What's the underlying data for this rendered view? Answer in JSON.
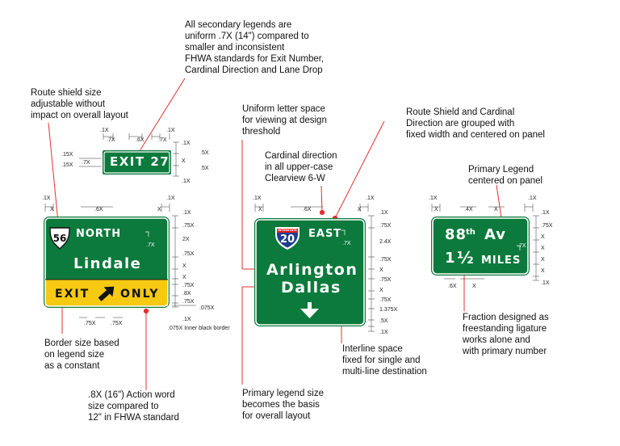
{
  "annotations": {
    "secondary_legends": [
      "All secondary legends are",
      "uniform .7X (14\") compared to",
      "smaller and inconsistent",
      "FHWA standards for Exit Number,",
      "Cardinal Direction and Lane Drop"
    ],
    "route_shield_size": [
      "Route shield size",
      "adjustable without",
      "impact on overall layout"
    ],
    "letter_space": [
      "Uniform letter space",
      "for viewing at design",
      "threshold"
    ],
    "shield_cardinal": [
      "Route Shield and Cardinal",
      "Direction are grouped with",
      "fixed width and centered on panel"
    ],
    "cardinal_direction": [
      "Cardinal direction",
      "in all upper-case",
      "Clearview 6-W"
    ],
    "primary_legend_centered": [
      "Primary Legend",
      "centered on panel"
    ],
    "border_size": [
      "Border size based",
      "on legend size",
      "as a constant"
    ],
    "action_word": [
      ".8X (16\") Action word",
      "size compared to",
      "12\" in FHWA standard"
    ],
    "primary_legend_basis": [
      "Primary legend size",
      "becomes the basis",
      "for overall layout"
    ],
    "interline_space": [
      "Interline space",
      "fixed for single and",
      "multi-line destination"
    ],
    "fraction": [
      "Fraction designed as",
      "freestanding ligature",
      "works alone and",
      "with primary number"
    ]
  },
  "signs": {
    "exit_panel": {
      "text": "EXIT 27"
    },
    "lindale": {
      "shield_number": "56",
      "direction": "NORTH",
      "destination": "Lindale",
      "exit_word": "EXIT",
      "only_word": "ONLY"
    },
    "arlington": {
      "shield_top": "INTERSTATE",
      "shield_number": "20",
      "direction": "EAST",
      "line1": "Arlington",
      "line2": "Dallas"
    },
    "distance": {
      "line1_main": "88",
      "line1_sup": "th",
      "line1_end": "Av",
      "line2_num": "1",
      "line2_frac": "½",
      "line2_end": "MILES"
    }
  },
  "dimensions": {
    "exit_panel": {
      "top": [
        ".1X",
        ".7X",
        ".6X",
        ".7X",
        ".1X"
      ],
      "left": [
        ".15X",
        ".15X",
        ".7X"
      ],
      "right": [
        ".1X",
        ".5X",
        "X",
        ".5X",
        ".1X"
      ]
    },
    "lindale": {
      "top": [
        ".1X",
        "X",
        ".6X",
        "X",
        ".1X"
      ],
      "right": [
        ".1X",
        ".75X",
        "2X",
        ".75X",
        "X",
        "X",
        ".75X",
        ".8X",
        ".75X",
        ".1X"
      ],
      "inner": ".7X",
      "bottom": [
        ".75X",
        ".75X"
      ],
      "side_note": ".075X",
      "border_note": ".075X Inner black border"
    },
    "arlington": {
      "top": [
        ".1X",
        "X",
        ".6X",
        "X",
        ".1X"
      ],
      "right": [
        ".1X",
        ".75X",
        "2.4X",
        ".75X",
        "X",
        ".75X",
        "X",
        ".75X",
        "1.375X",
        ".5X",
        ".1X"
      ],
      "inner": ".7X"
    },
    "distance": {
      "top": [
        ".1X",
        "X",
        ".4X",
        "X",
        ".1X"
      ],
      "right": [
        ".1X",
        ".75X",
        "X",
        "X",
        "X",
        "X",
        ".1X"
      ],
      "inner": ".7X",
      "bottom": [
        ".6X",
        "X"
      ]
    }
  },
  "colors": {
    "sign_green": "#0c7a3c",
    "exit_yellow": "#f6c913",
    "annotation_red": "#e0312e",
    "border_white": "#ffffff",
    "text": "#111111"
  }
}
